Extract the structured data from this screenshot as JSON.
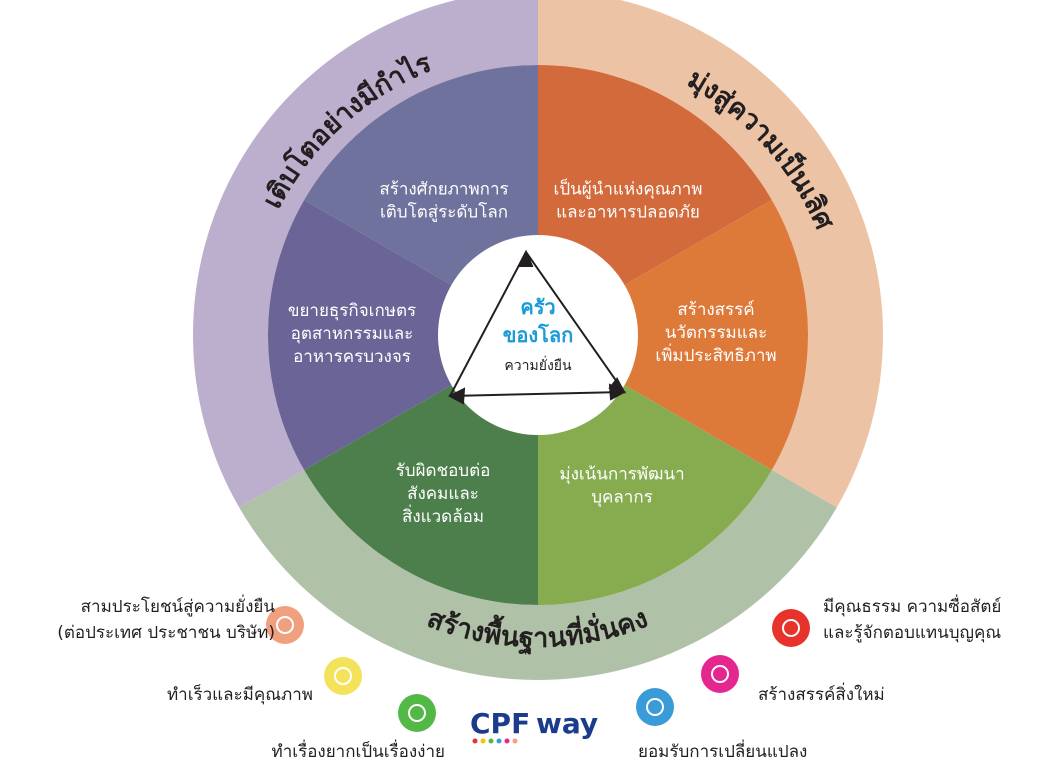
{
  "center": {
    "title_line1": "ครัว",
    "title_line2": "ของโลก",
    "subtitle": "ความยั่งยืน"
  },
  "ring_titles": {
    "left": "เติบโตอย่างมีกำไร",
    "right": "มุ่งสู่ความเป็นเลิศ",
    "bottom": "สร้างพื้นฐานที่มั่นคง"
  },
  "segments": [
    {
      "lines": [
        "สร้างศักยภาพการ",
        "เติบโตสู่ระดับโลก"
      ],
      "color": "#6f729c"
    },
    {
      "lines": [
        "เป็นผู้นำแห่งคุณภาพ",
        "และอาหารปลอดภัย"
      ],
      "color": "#d26a3c"
    },
    {
      "lines": [
        "สร้างสรรค์",
        "นวัตกรรมและ",
        "เพิ่มประสิทธิภาพ"
      ],
      "color": "#dd7a3a"
    },
    {
      "lines": [
        "มุ่งเน้นการพัฒนา",
        "บุคลากร"
      ],
      "color": "#86ac4f"
    },
    {
      "lines": [
        "รับผิดชอบต่อ",
        "สังคมและ",
        "สิ่งแวดล้อม"
      ],
      "color": "#4c7f4c"
    },
    {
      "lines": [
        "ขยายธุรกิจเกษตร",
        "อุตสาหกรรมและ",
        "อาหารครบวงจร"
      ],
      "color": "#6a6497"
    }
  ],
  "values": [
    {
      "lines": [
        "สามประโยชน์สู่ความยั่งยืน",
        "(ต่อประเทศ ประชาชน บริษัท)"
      ],
      "icon": "lotus-icon",
      "color": "#f0a07e"
    },
    {
      "lines": [
        "ทำเร็วและมีคุณภาพ"
      ],
      "icon": "quality-badge-icon",
      "color": "#f3e25a"
    },
    {
      "lines": [
        "ทำเรื่องยากเป็นเรื่องง่าย"
      ],
      "icon": "puzzle-icon",
      "color": "#52b947"
    },
    {
      "lines": [
        "ยอมรับการเปลี่ยนแปลง"
      ],
      "icon": "wave-icon",
      "color": "#3a9bd9"
    },
    {
      "lines": [
        "สร้างสรรค์สิ่งใหม่"
      ],
      "icon": "lightbulb-icon",
      "color": "#e5268f"
    },
    {
      "lines": [
        "มีคุณธรรม ความซื่อสัตย์",
        "และรู้จักตอบแทนบุญคุณ"
      ],
      "icon": "scale-icon",
      "color": "#e8322c"
    }
  ],
  "logo": {
    "part1": "CPF",
    "part2": "way"
  },
  "colors": {
    "outer_left": "#bcaecd",
    "outer_right": "#edc3a6",
    "outer_bottom": "#afc1a7",
    "center": "#ffffff",
    "accent_blue": "#1a9bd7"
  }
}
